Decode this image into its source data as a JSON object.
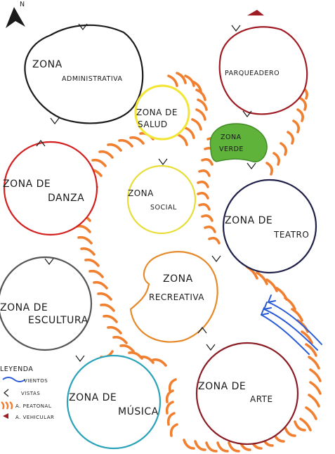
{
  "north_label": "N",
  "zones": {
    "administrativa": {
      "line1": "ZONA",
      "line2": "ADMINISTRATIVA",
      "color": "#1a1a1a"
    },
    "parqueadero": {
      "line1": "PARQUEADERO",
      "color": "#a01c24"
    },
    "salud": {
      "line1": "ZONA DE",
      "line2": "SALUD",
      "color": "#f2e63a"
    },
    "verde": {
      "line1": "ZONA",
      "line2": "VERDE",
      "fill": "#5fb23a"
    },
    "danza": {
      "line1": "ZONA DE",
      "line2": "DANZA",
      "color": "#d41f1f"
    },
    "social": {
      "line1": "ZONA",
      "line2": "SOCIAL",
      "color": "#e7de3a"
    },
    "teatro": {
      "line1": "ZONA DE",
      "line2": "TEATRO",
      "color": "#20204a"
    },
    "recreativa": {
      "line1": "ZONA",
      "line2": "RECREATIVA",
      "color": "#e58a2a"
    },
    "escultura": {
      "line1": "ZONA DE",
      "line2": "ESCULTURA",
      "color": "#555555"
    },
    "musica": {
      "line1": "ZONA DE",
      "line2": "MÚSICA",
      "color": "#2aa3b8"
    },
    "arte": {
      "line1": "ZONA DE",
      "line2": "ARTE",
      "color": "#8a1c24"
    }
  },
  "legend": {
    "title": "LEYENDA",
    "items": [
      {
        "label": "VIENTOS",
        "icon": "wind-icon",
        "color": "#2a5bd7"
      },
      {
        "label": "VISTAS",
        "icon": "view-chevron-icon",
        "color": "#1a1a1a"
      },
      {
        "label": "A. PEATONAL",
        "icon": "pedestrian-arc-icon",
        "color": "#f08030"
      },
      {
        "label": "A. VEHICULAR",
        "icon": "vehicle-arrow-icon",
        "color": "#a01c24"
      }
    ]
  },
  "colors": {
    "pedestrian_access": "#f08030",
    "wind": "#2a5bd7",
    "vehicle_marker": "#a01c24"
  }
}
